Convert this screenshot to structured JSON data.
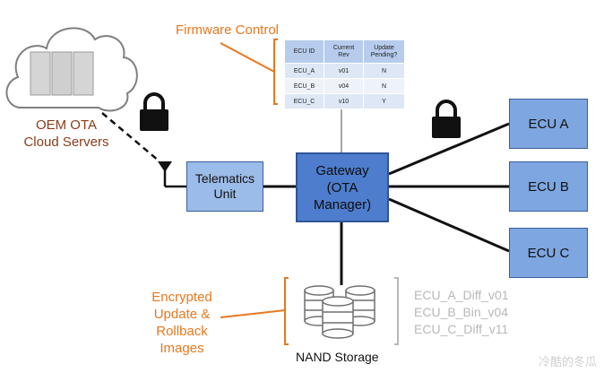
{
  "cloud": {
    "label_line1": "OEM OTA",
    "label_line2": "Cloud Servers"
  },
  "telematics": {
    "line1": "Telematics",
    "line2": "Unit"
  },
  "gateway": {
    "line1": "Gateway",
    "line2": "(OTA",
    "line3": "Manager)"
  },
  "ecus": [
    "ECU A",
    "ECU B",
    "ECU C"
  ],
  "firmware": {
    "title": "Firmware Control",
    "headers": [
      [
        "ECU ID"
      ],
      [
        "Current",
        "Rev"
      ],
      [
        "Update",
        "Pending?"
      ]
    ],
    "rows": [
      [
        "ECU_A",
        "v01",
        "N"
      ],
      [
        "ECU_B",
        "v04",
        "N"
      ],
      [
        "ECU_C",
        "v10",
        "Y"
      ]
    ]
  },
  "encrypted_label": [
    "Encrypted",
    "Update &",
    "Rollback",
    "Images"
  ],
  "storage": {
    "label": "NAND Storage",
    "files": [
      "ECU_A_Diff_v01",
      "ECU_B_Bin_v04",
      "ECU_C_Diff_v11"
    ]
  },
  "watermark": "冷酷的冬瓜",
  "colors": {
    "orange": "#e8781e",
    "ecu_fill": "#7ea6e0",
    "gateway_fill": "#4d7dcc",
    "cloud_label": "#8a3c17"
  }
}
